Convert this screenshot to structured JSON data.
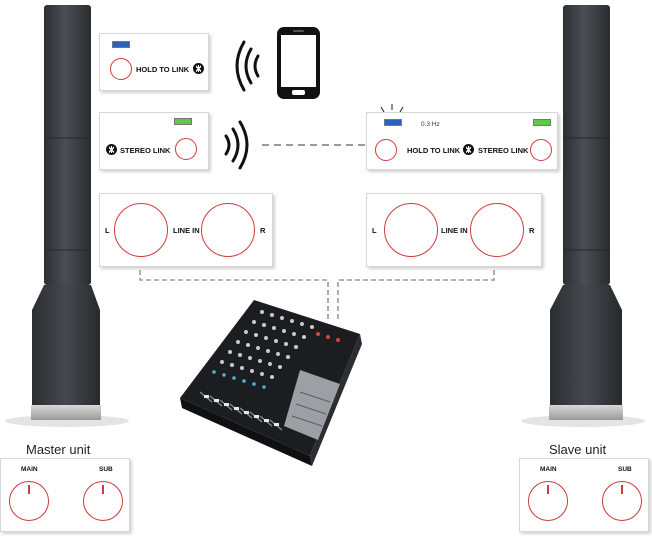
{
  "captions": {
    "master": "Master unit",
    "slave": "Slave unit"
  },
  "panel_top": {
    "button_label": "HOLD TO LINK",
    "led_color": "#2f5fb8"
  },
  "panel_mid_left": {
    "button_label": "STEREO LINK",
    "led_color": "#5ec84a"
  },
  "panel_mid_right": {
    "freq": "0.3 Hz",
    "hold_label": "HOLD TO LINK",
    "stereo_label": "STEREO LINK",
    "led_left_color": "#2f5fb8",
    "led_right_color": "#5ec84a"
  },
  "line_in_left": {
    "l": "L",
    "label": "LINE IN",
    "r": "R"
  },
  "line_in_right": {
    "l": "L",
    "label": "LINE IN",
    "r": "R"
  },
  "master_knobs": {
    "main": "MAIN",
    "sub": "SUB"
  },
  "slave_knobs": {
    "main": "MAIN",
    "sub": "SUB"
  },
  "colors": {
    "knob_ring": "#d13b3b",
    "speaker": "#3a3d40",
    "link_line": "#9a9a9a"
  },
  "icons": [
    "bluetooth-icon",
    "wifi-icon",
    "smartphone-icon",
    "mixer-image",
    "speaker-image"
  ]
}
